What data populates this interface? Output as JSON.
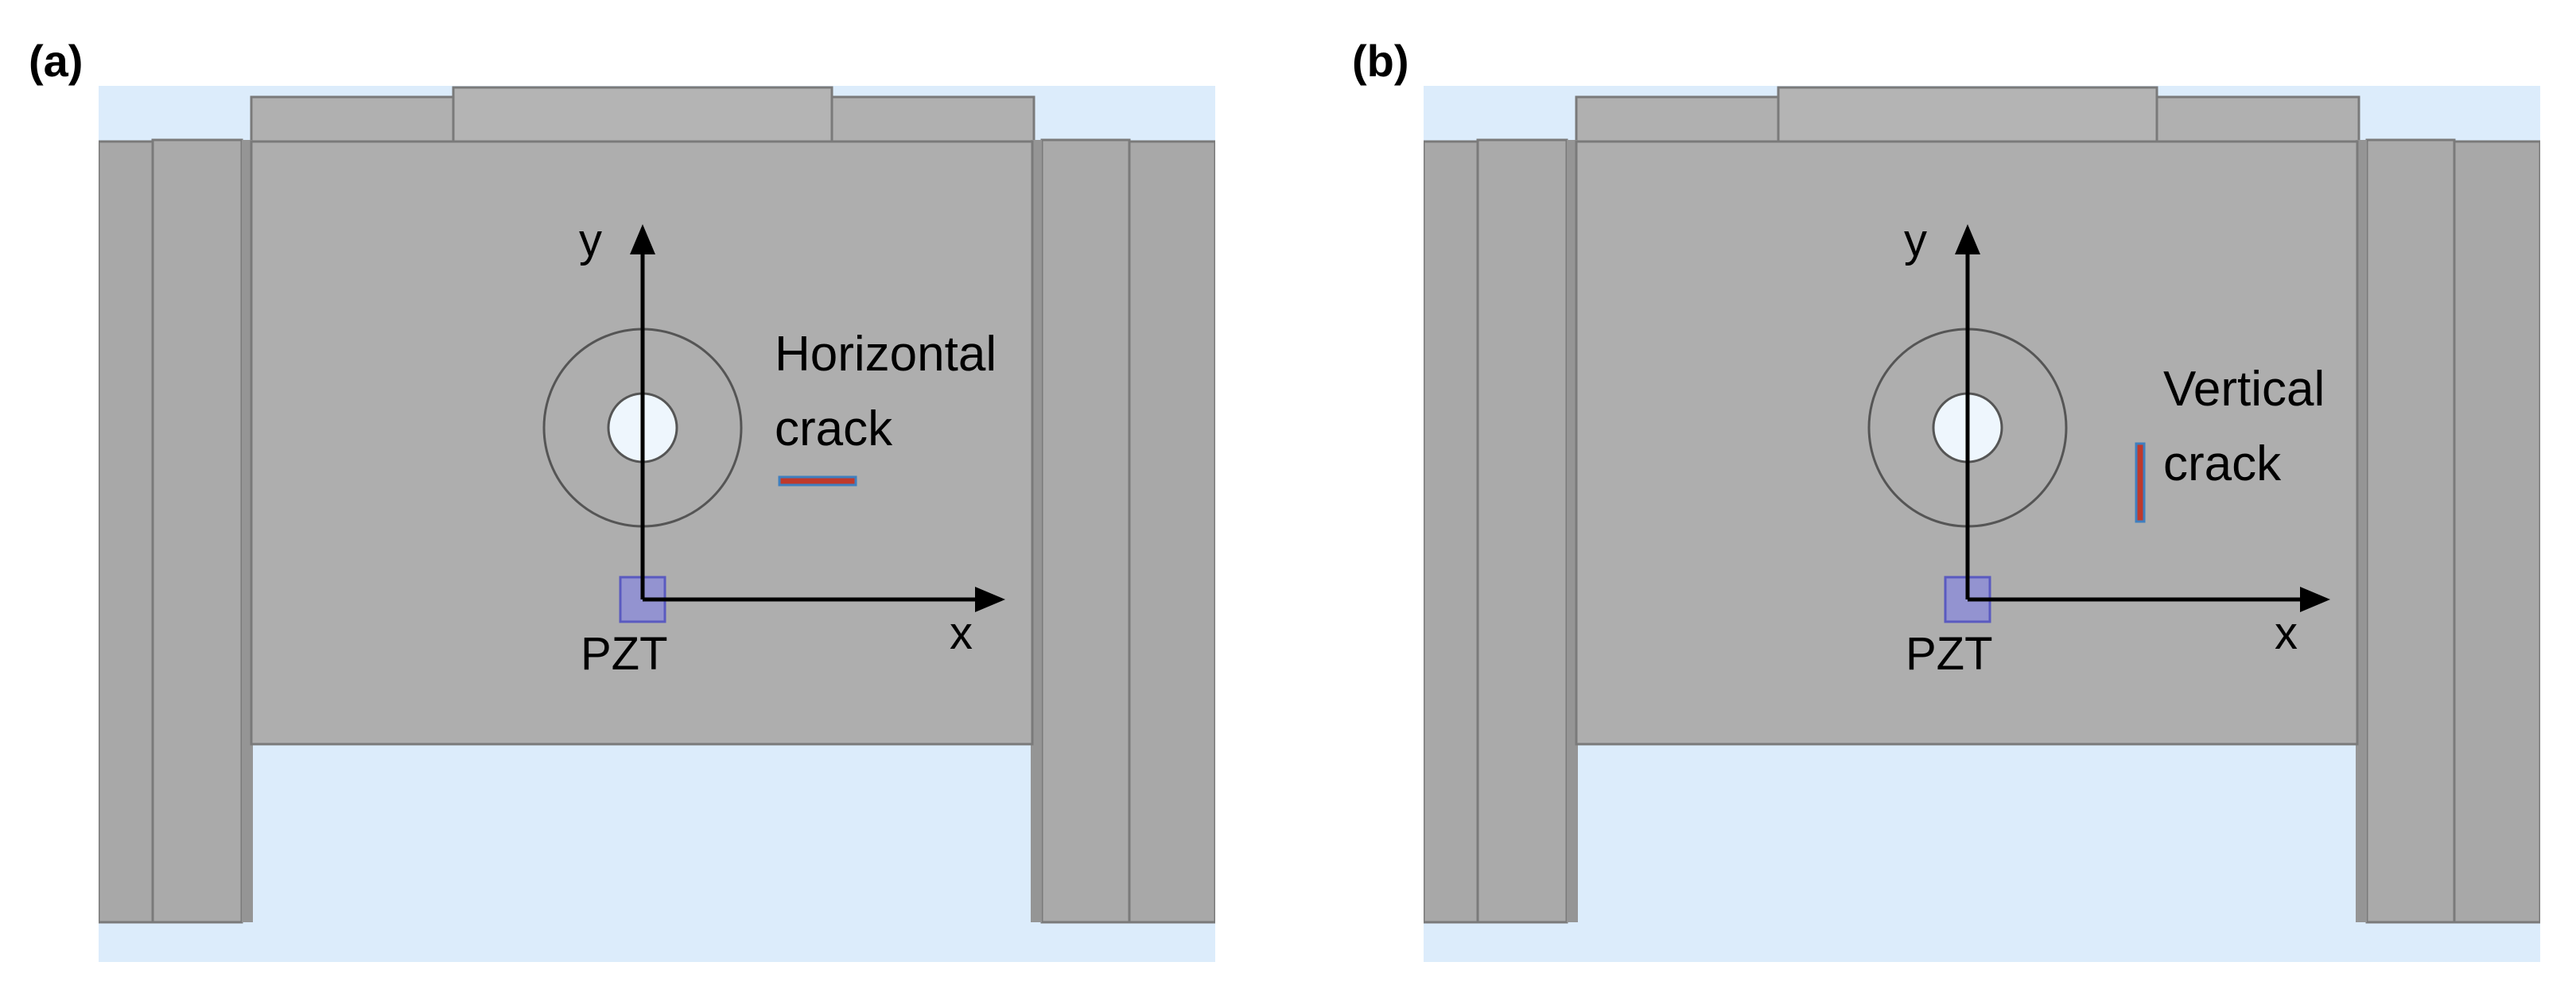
{
  "panels": [
    {
      "label": "(a)",
      "crack_label_line1": "Horizontal",
      "crack_label_line2": "crack",
      "crack_orientation": "horizontal",
      "axis_y_label": "y",
      "axis_x_label": "x",
      "sensor_label": "PZT"
    },
    {
      "label": "(b)",
      "crack_label_line1": "Vertical",
      "crack_label_line2": "crack",
      "crack_orientation": "vertical",
      "axis_y_label": "y",
      "axis_x_label": "x",
      "sensor_label": "PZT"
    }
  ],
  "colors": {
    "background_sky": "#dcecfb",
    "plate_gray": "#aeaeae",
    "plate_edge": "#7a7a7a",
    "pzt_fill": "#8e8ed6",
    "crack_red": "#c0392b",
    "crack_blue": "#3f7fbf",
    "hole_fill": "#eef6fd"
  }
}
